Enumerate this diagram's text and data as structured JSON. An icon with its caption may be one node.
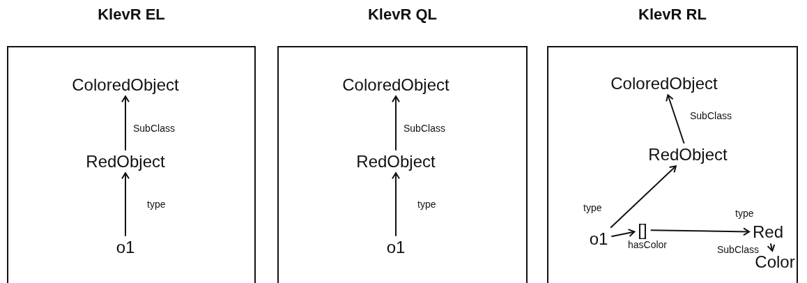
{
  "diagram": {
    "nodes": [
      {
        "text": [
          "KlevR EL"
        ]
      },
      {
        "text": [
          "ColoredObject"
        ],
        "in": 0
      },
      {
        "text": [
          "RedObject"
        ],
        "in": 0
      },
      {
        "text": [
          "o1"
        ],
        "in": 0
      },
      {
        "text": [
          "KlevR QL"
        ]
      },
      {
        "text": [
          "ColoredObject"
        ],
        "in": 4
      },
      {
        "text": [
          "RedObject"
        ],
        "in": 4
      },
      {
        "text": [
          "o1"
        ],
        "in": 4
      },
      {
        "text": [
          "KlevR RL"
        ]
      },
      {
        "text": [
          "ColoredObject"
        ],
        "in": 8
      },
      {
        "text": [
          "RedObject"
        ],
        "in": 8
      },
      {
        "text": [
          "[]"
        ],
        "in": 8
      },
      {
        "text": [
          "Red"
        ],
        "in": 8
      },
      {
        "text": [
          "o1"
        ],
        "in": 8
      },
      {
        "text": [
          "Color"
        ],
        "in": 8
      }
    ],
    "edges": [
      {
        "from": 2,
        "to": 1,
        "arrow": "to",
        "label": "SubClass"
      },
      {
        "from": 3,
        "to": 2,
        "arrow": "to",
        "label": "type"
      },
      {
        "from": 6,
        "to": 5,
        "arrow": "to",
        "label": "SubClass"
      },
      {
        "from": 7,
        "to": 6,
        "arrow": "to",
        "label": "type"
      },
      {
        "from": 10,
        "to": 9,
        "arrow": "to",
        "label": "SubClass"
      },
      {
        "from": 13,
        "to": 10,
        "arrow": "to",
        "label": "type"
      },
      {
        "from": 13,
        "to": 11,
        "arrow": "to",
        "label": "hasColor"
      },
      {
        "from": 11,
        "to": 12,
        "arrow": "to",
        "label": "type"
      },
      {
        "from": 12,
        "to": 14,
        "arrow": "to",
        "label": "SubClass"
      }
    ]
  }
}
